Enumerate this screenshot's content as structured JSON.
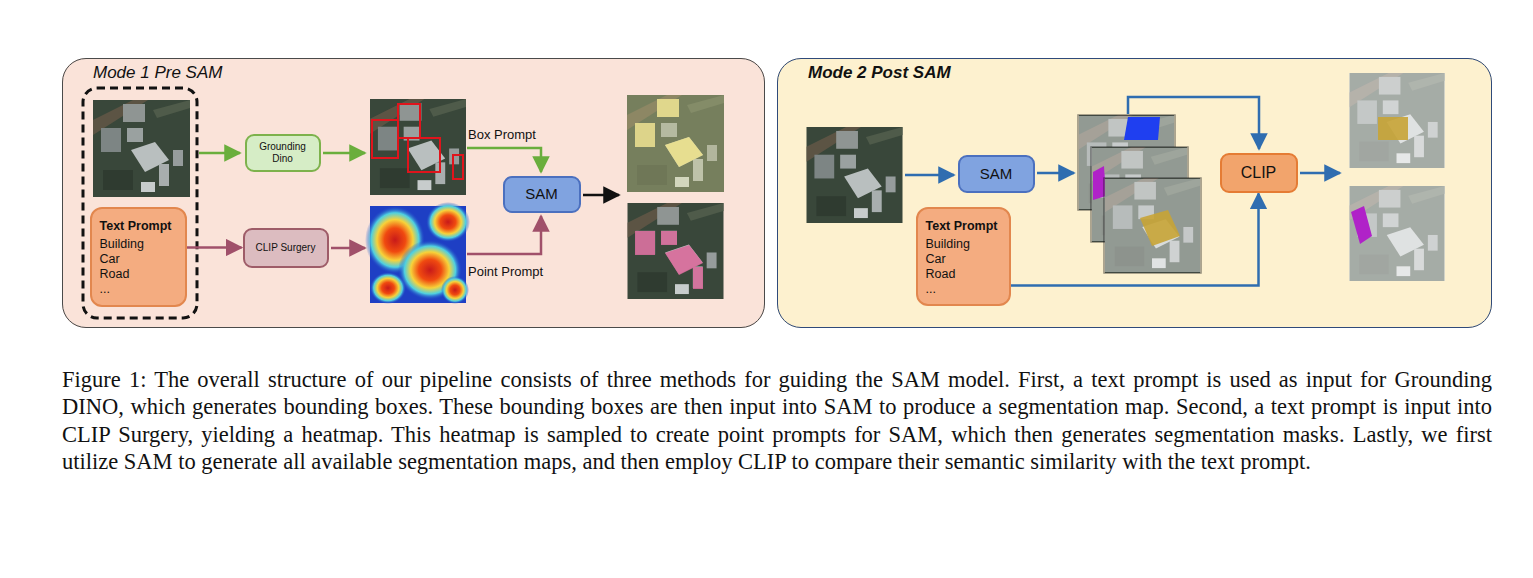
{
  "diagram": {
    "caption": "Figure 1: The overall structure of our pipeline consists of three methods for guiding the SAM model. First, a text prompt is used as input for Grounding DINO, which generates bounding boxes. These bounding boxes are then input into SAM to produce a segmentation map. Second, a text prompt is input into CLIP Surgery, yielding a heatmap. This heatmap is sampled to create point prompts for SAM, which then generates segmentation masks. Lastly, we first utilize SAM to generate all available segmentation maps, and then employ CLIP to compare their semantic similarity with the text prompt.",
    "nodes": [
      {
        "text": [
          "Mode 1 Pre SAM"
        ]
      },
      {
        "text": [
          "Text Prompt",
          "Building",
          "Car",
          "Road",
          "..."
        ],
        "in": 0
      },
      {
        "text": [
          "Grounding Dino"
        ],
        "in": 0
      },
      {
        "text": [
          "CLIP Surgery"
        ],
        "in": 0
      },
      {
        "text": [
          "SAM"
        ],
        "in": 0
      },
      {
        "text": [
          "Mode 2 Post SAM"
        ]
      },
      {
        "text": [
          "SAM"
        ],
        "in": 5
      },
      {
        "text": [
          "Text Prompt",
          "Building",
          "Car",
          "Road",
          "..."
        ],
        "in": 5
      },
      {
        "text": [
          "CLIP"
        ],
        "in": 5
      }
    ],
    "edges": [
      {
        "from": 1,
        "to": 3,
        "arrow": "to"
      },
      {
        "from": 7,
        "to": 8,
        "arrow": "to"
      }
    ],
    "labels": [
      "Box Prompt",
      "Point Prompt"
    ]
  }
}
